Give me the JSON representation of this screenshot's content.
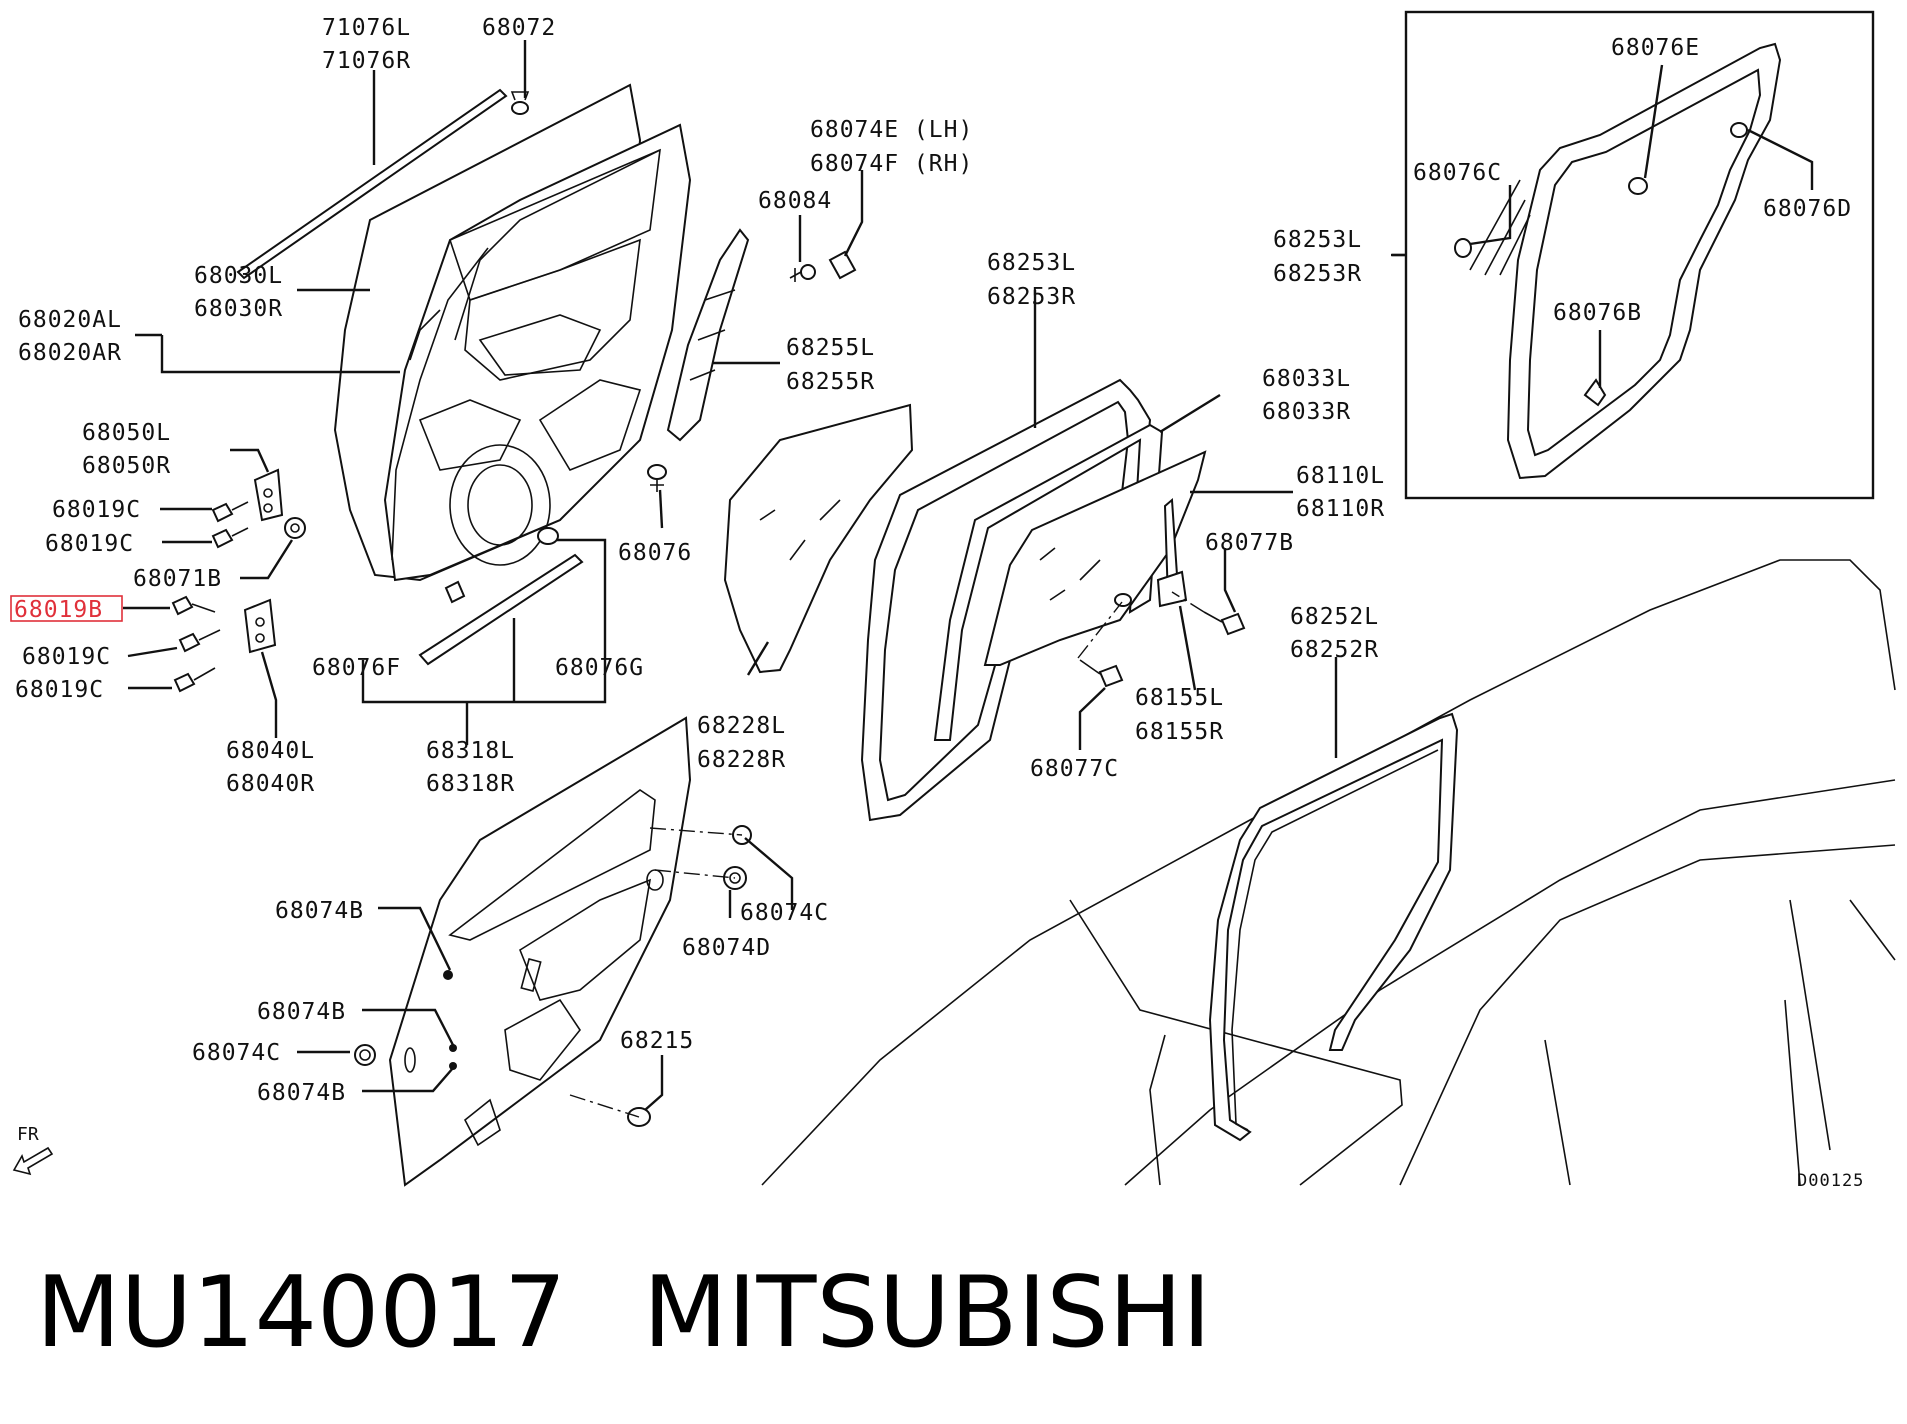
{
  "diagram": {
    "labels": [
      {
        "id": "l1",
        "text": "71076L"
      },
      {
        "id": "l2",
        "text": "71076R"
      },
      {
        "id": "l3",
        "text": "68072"
      },
      {
        "id": "l4",
        "text": "68074E (LH)"
      },
      {
        "id": "l5",
        "text": "68074F (RH)"
      },
      {
        "id": "l6",
        "text": "68084"
      },
      {
        "id": "l7",
        "text": "68030L"
      },
      {
        "id": "l8",
        "text": "68030R"
      },
      {
        "id": "l9",
        "text": "68020AL"
      },
      {
        "id": "l10",
        "text": "68020AR"
      },
      {
        "id": "l11",
        "text": "68255L"
      },
      {
        "id": "l12",
        "text": "68255R"
      },
      {
        "id": "l13",
        "text": "68253L"
      },
      {
        "id": "l14",
        "text": "68253R"
      },
      {
        "id": "l15",
        "text": "68033L"
      },
      {
        "id": "l16",
        "text": "68033R"
      },
      {
        "id": "l17",
        "text": "68110L"
      },
      {
        "id": "l18",
        "text": "68110R"
      },
      {
        "id": "l19",
        "text": "68050L"
      },
      {
        "id": "l20",
        "text": "68050R"
      },
      {
        "id": "l21",
        "text": "68019C"
      },
      {
        "id": "l22",
        "text": "68019C"
      },
      {
        "id": "l23",
        "text": "68071B"
      },
      {
        "id": "l24",
        "text": "68076"
      },
      {
        "id": "l25",
        "text": "68077B"
      },
      {
        "id": "l27",
        "text": "68019C"
      },
      {
        "id": "l28",
        "text": "68019C"
      },
      {
        "id": "l29",
        "text": "68076F"
      },
      {
        "id": "l30",
        "text": "68076G"
      },
      {
        "id": "l31",
        "text": "68252L"
      },
      {
        "id": "l32",
        "text": "68252R"
      },
      {
        "id": "l33",
        "text": "68155L"
      },
      {
        "id": "l34",
        "text": "68155R"
      },
      {
        "id": "l35",
        "text": "68228L"
      },
      {
        "id": "l36",
        "text": "68228R"
      },
      {
        "id": "l37",
        "text": "68040L"
      },
      {
        "id": "l38",
        "text": "68040R"
      },
      {
        "id": "l39",
        "text": "68318L"
      },
      {
        "id": "l40",
        "text": "68318R"
      },
      {
        "id": "l41",
        "text": "68077C"
      },
      {
        "id": "l42",
        "text": "68074B"
      },
      {
        "id": "l43",
        "text": "68074C"
      },
      {
        "id": "l44",
        "text": "68074D"
      },
      {
        "id": "l45",
        "text": "68074B"
      },
      {
        "id": "l46",
        "text": "68074C"
      },
      {
        "id": "l47",
        "text": "68074B"
      },
      {
        "id": "l48",
        "text": "68215"
      }
    ],
    "highlighted_label": "68019B",
    "inset_labels": [
      {
        "id": "i1",
        "text": "68076E"
      },
      {
        "id": "i2",
        "text": "68076C"
      },
      {
        "id": "i3",
        "text": "68076D"
      },
      {
        "id": "i4",
        "text": "68076B"
      }
    ],
    "direction_marker": "FR",
    "diagram_code": "D00125",
    "accent_color": "#e0303a"
  },
  "part_number": "MU140017",
  "brand": "MITSUBISHI"
}
